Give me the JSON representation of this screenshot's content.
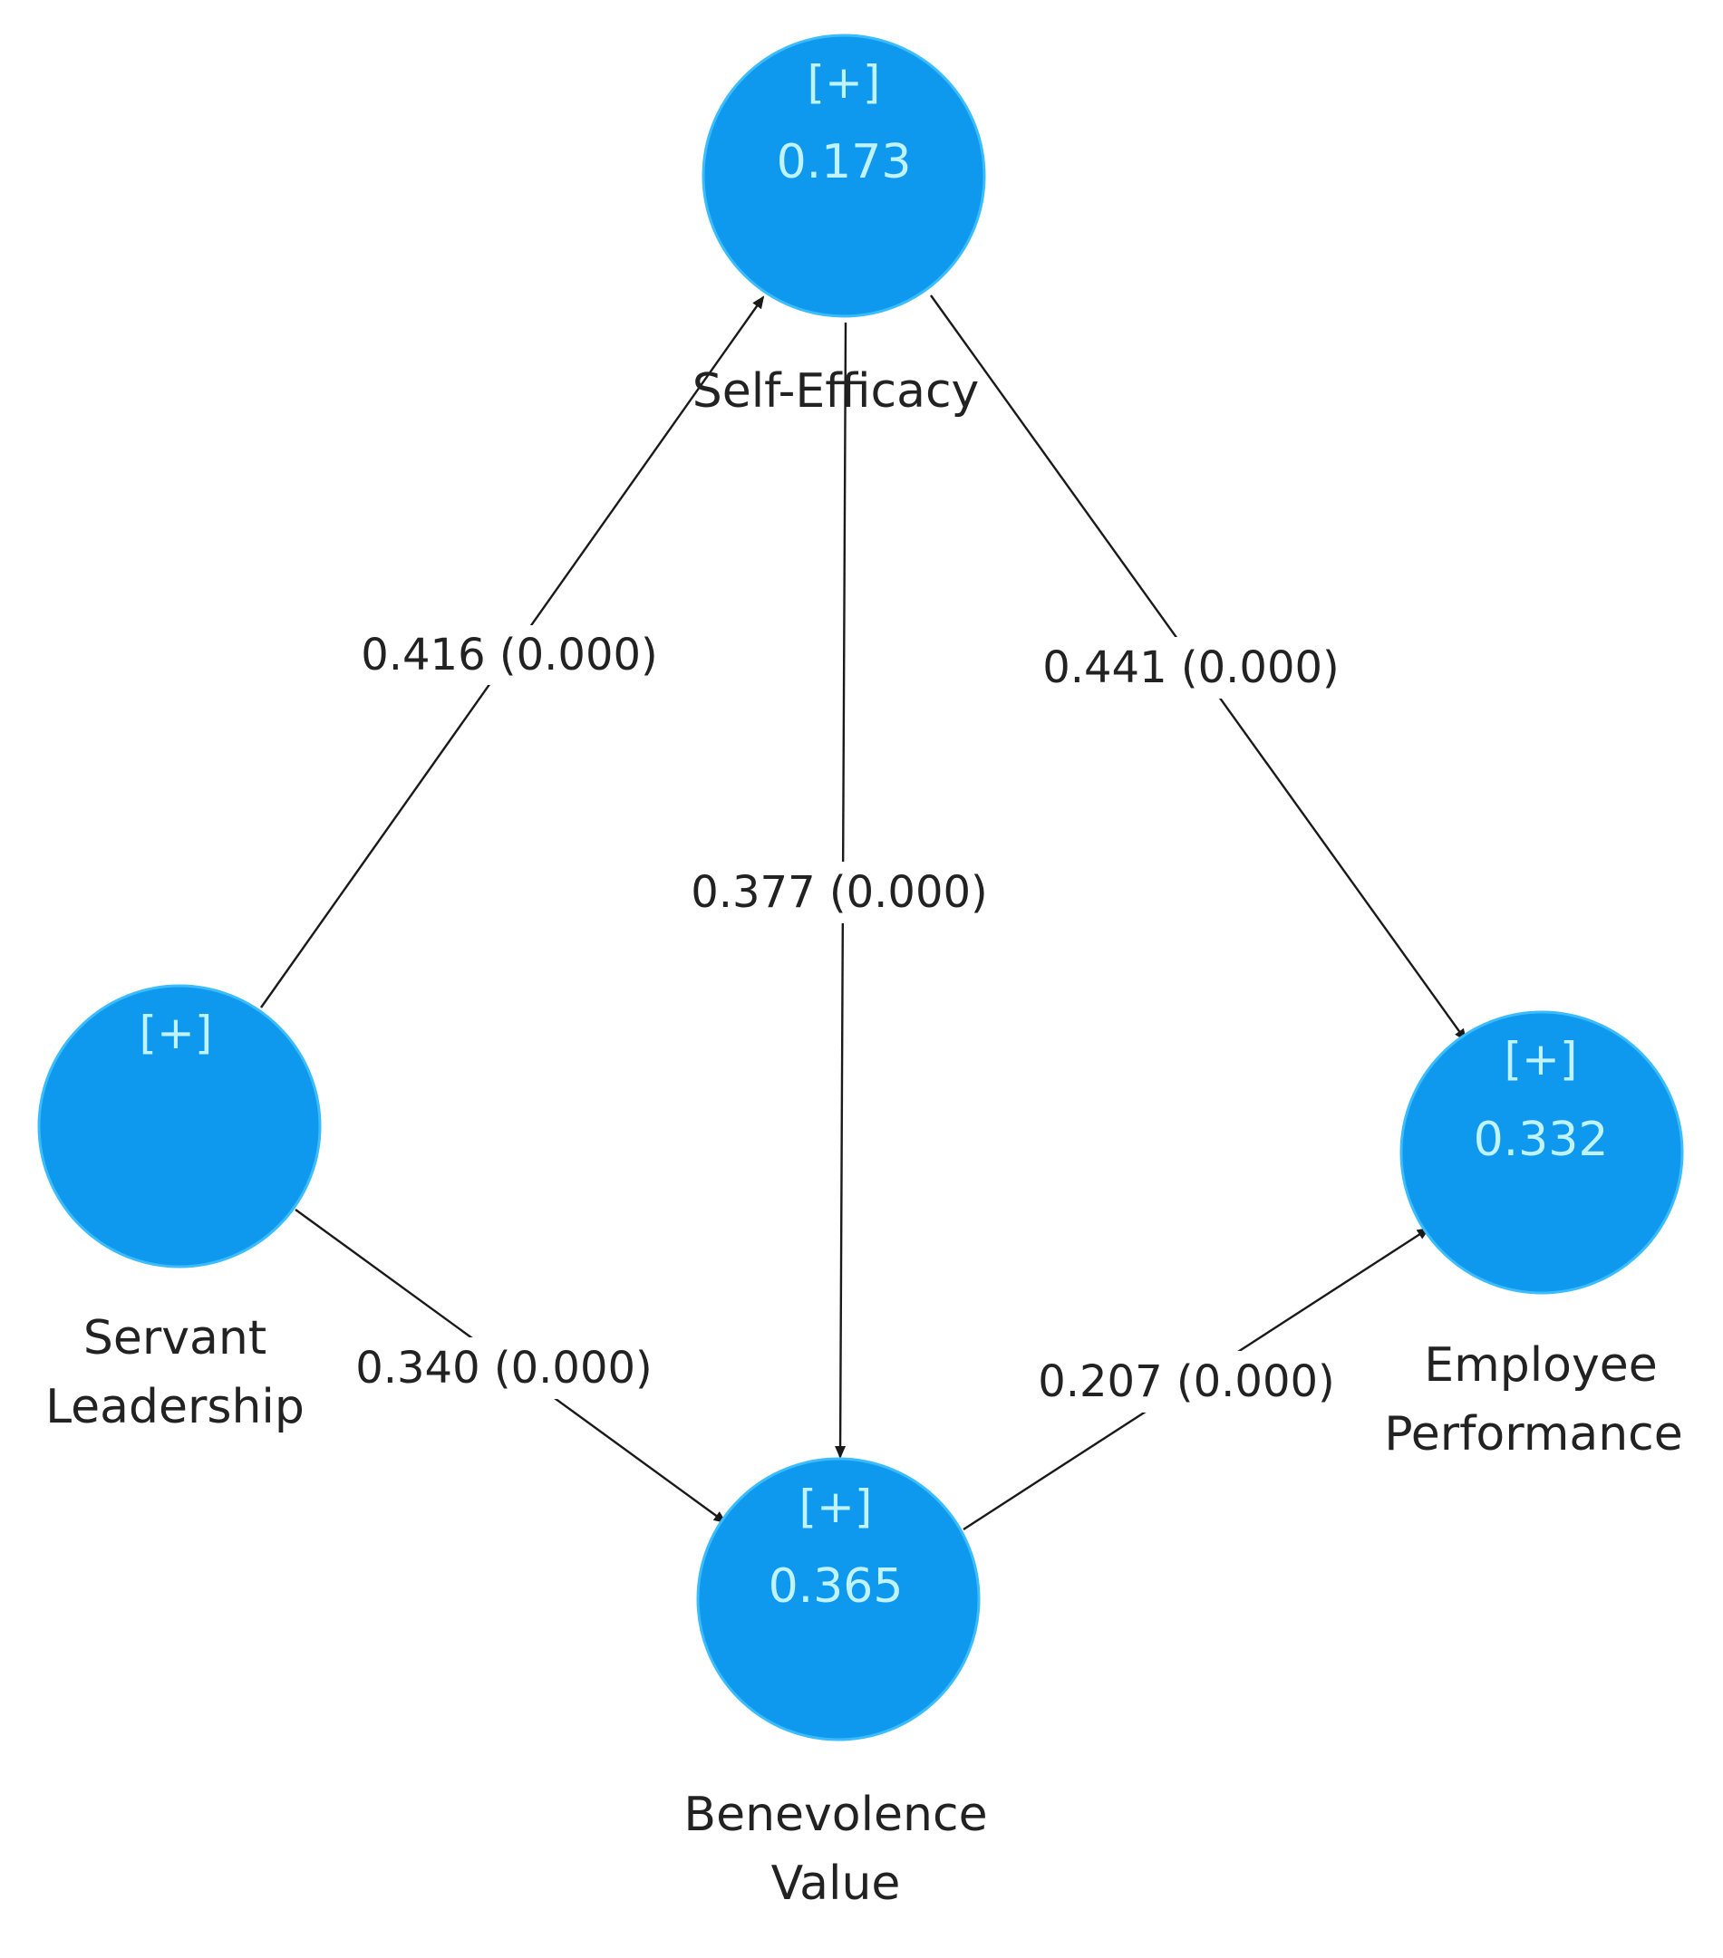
{
  "diagram": {
    "nodes": {
      "self_efficacy": {
        "expand": "[+]",
        "value": "0.173",
        "label_lines": [
          "Self-Efficacy"
        ]
      },
      "servant_leadership": {
        "expand": "[+]",
        "value": "",
        "label_lines": [
          "Servant",
          "Leadership"
        ]
      },
      "employee_performance": {
        "expand": "[+]",
        "value": "0.332",
        "label_lines": [
          "Employee",
          "Performance"
        ]
      },
      "benevolence_value": {
        "expand": "[+]",
        "value": "0.365",
        "label_lines": [
          "Benevolence",
          "Value"
        ]
      }
    },
    "paths": {
      "sl_to_se": "0.416 (0.000)",
      "se_to_bv": "0.377 (0.000)",
      "se_to_ep": "0.441 (0.000)",
      "sl_to_bv": "0.340 (0.000)",
      "bv_to_ep": "0.207 (0.000)"
    },
    "colors": {
      "node_fill": "#0e99ee",
      "node_text": "#bff3ff",
      "label_text": "#222222",
      "line": "#1a1a1a"
    }
  }
}
